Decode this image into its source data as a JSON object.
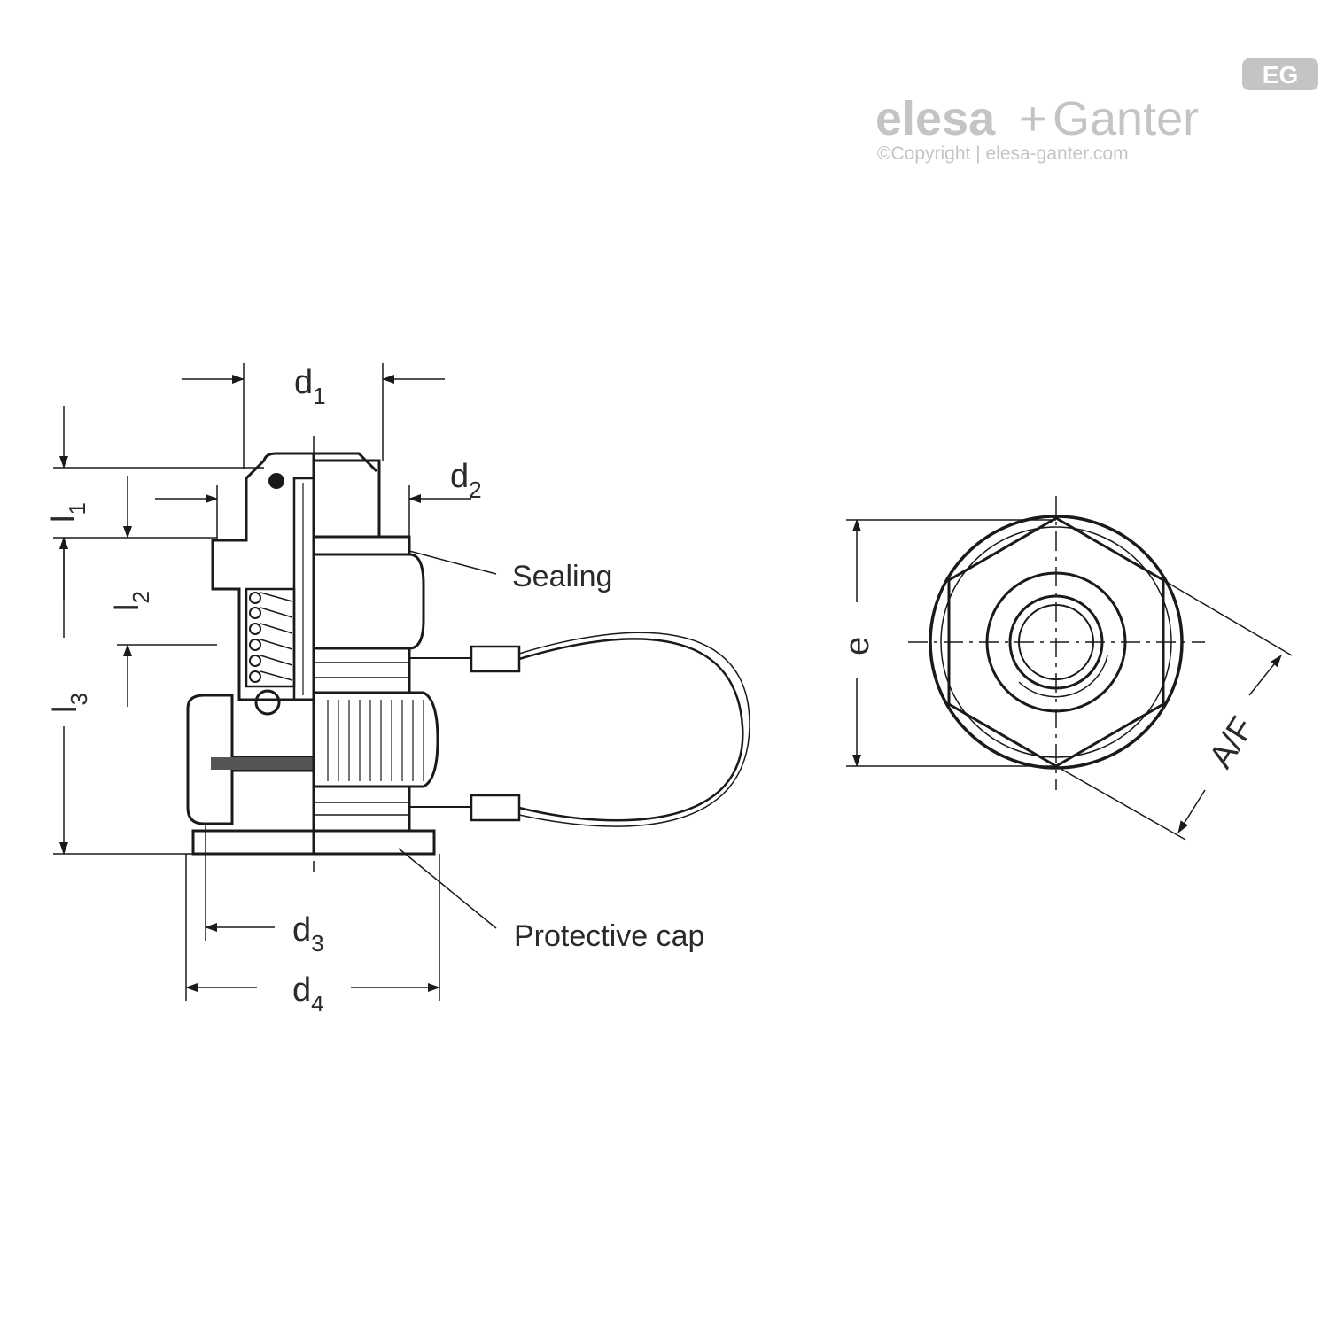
{
  "logo": {
    "badge": "EG",
    "brand_left": "elesa",
    "brand_plus": "+",
    "brand_right": "Ganter",
    "copyright": "©Copyright | elesa-ganter.com"
  },
  "dimensions": {
    "d1": {
      "main": "d",
      "sub": "1"
    },
    "d2": {
      "main": "d",
      "sub": "2"
    },
    "d3": {
      "main": "d",
      "sub": "3"
    },
    "d4": {
      "main": "d",
      "sub": "4"
    },
    "l1": {
      "main": "l",
      "sub": "1"
    },
    "l2": {
      "main": "l",
      "sub": "2"
    },
    "l3": {
      "main": "l",
      "sub": "3"
    },
    "e": "e",
    "af": "A/F"
  },
  "callouts": {
    "sealing": "Sealing",
    "protective_cap": "Protective cap"
  },
  "colors": {
    "line": "#1a1a1a",
    "logo": "#c4c4c4"
  }
}
